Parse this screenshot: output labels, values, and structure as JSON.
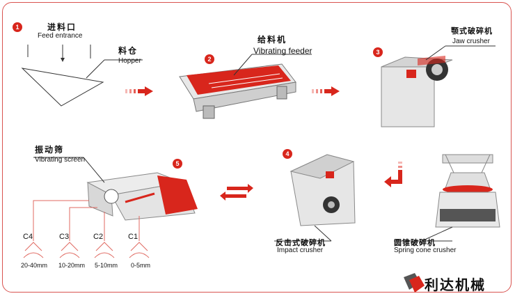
{
  "steps": [
    {
      "number": "1",
      "cn_top": "进料口",
      "en_top": "Feed entrance",
      "cn_second": "料仓",
      "en_second": "Hopper"
    },
    {
      "number": "2",
      "cn": "给料机",
      "en": "Vibrating feeder"
    },
    {
      "number": "3",
      "cn": "颚式破碎机",
      "en": "Jaw crusher"
    },
    {
      "number": "4",
      "cn": "反击式破碎机",
      "en": "Impact crusher"
    },
    {
      "number": "5",
      "cn": "振动筛",
      "en": "Vibrating screen"
    },
    {
      "cn": "圆锥破碎机",
      "en": "Spring cone crusher"
    }
  ],
  "outputs": [
    {
      "code": "C4",
      "range": "20-40mm"
    },
    {
      "code": "C3",
      "range": "10-20mm"
    },
    {
      "code": "C2",
      "range": "5-10mm"
    },
    {
      "code": "C1",
      "range": "0-5mm"
    }
  ],
  "brand": {
    "name": "利达机械"
  },
  "colors": {
    "accent": "#d8261c",
    "frame": "#d9534f",
    "machine": "#e6e6e6"
  }
}
